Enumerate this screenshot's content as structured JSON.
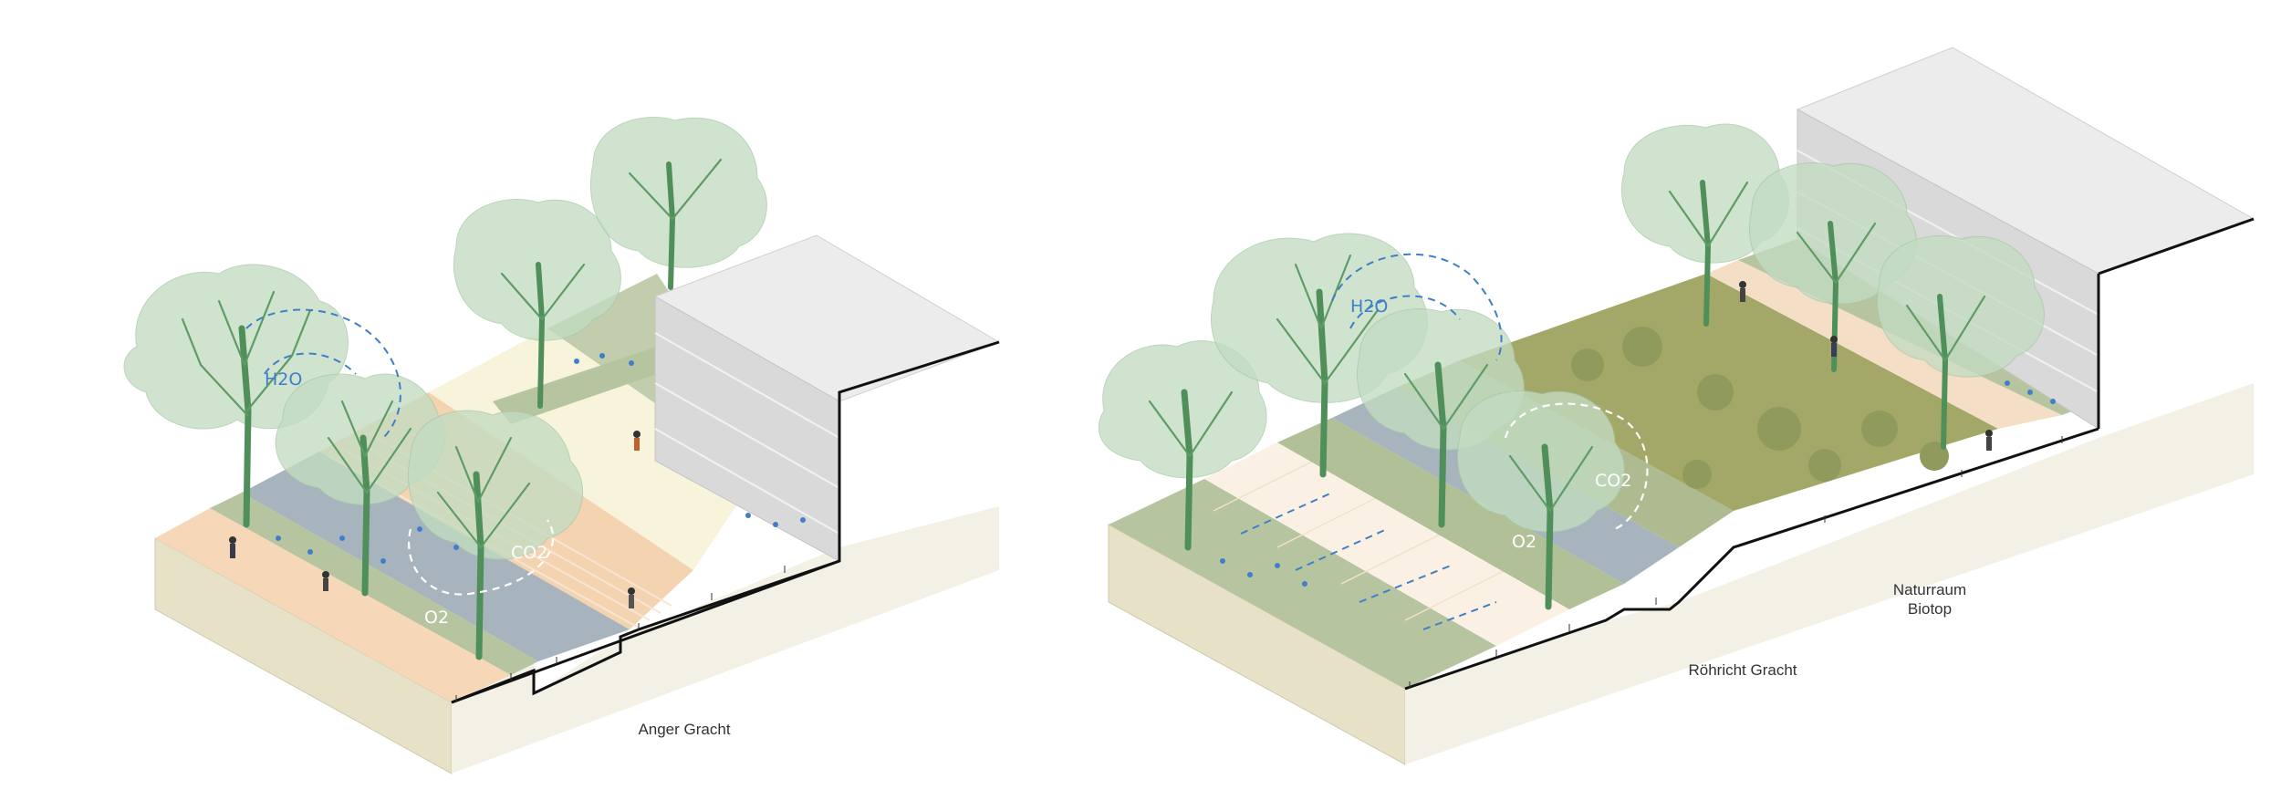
{
  "captions": {
    "anger": "Anger Gracht",
    "roehricht": "Röhricht Gracht",
    "naturraum_line1": "Naturraum",
    "naturraum_line2": "Biotop"
  },
  "labels": {
    "h2o": "H2O",
    "co2": "CO2",
    "o2": "O2"
  },
  "colors": {
    "path_orange": "#f6d8b9",
    "canal_blue": "#a7b3bd",
    "lawn_green": "#b7c4a0",
    "biotope_olive": "#a3a868",
    "meadow_cream": "#f8f4dc",
    "earth_side": "#e7e1c7",
    "building": "#d9d9d9",
    "tree_crown": "#c3dcc2",
    "water_arrow": "#3f7fc8"
  }
}
